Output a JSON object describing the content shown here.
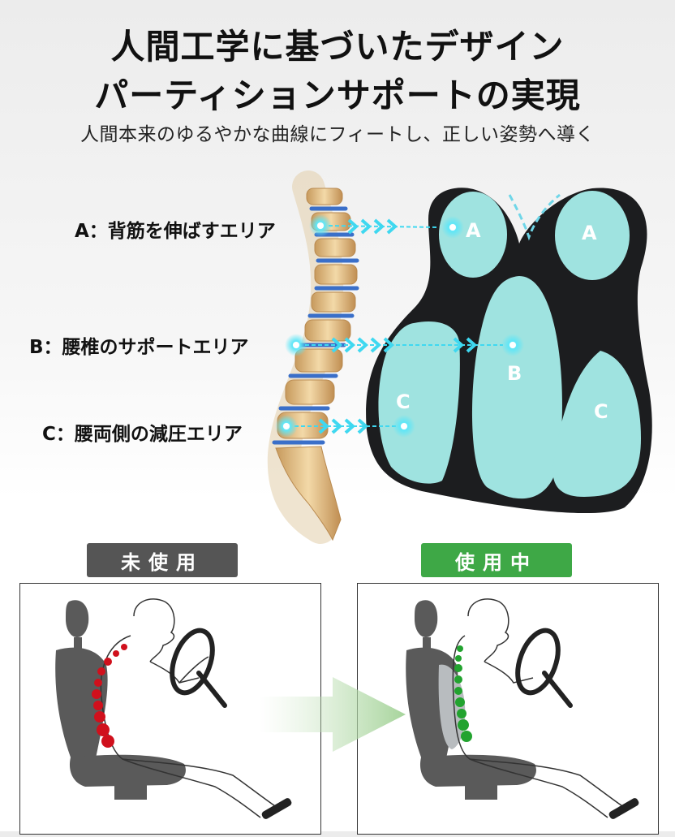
{
  "header": {
    "title_line1": "人間工学に基づいたデザイン",
    "title_line2": "パーティションサポートの実現",
    "subtitle": "人間本来のゆるやかな曲線にフィートし、正しい姿勢へ導く"
  },
  "zones": [
    {
      "key": "A",
      "label": "A：背筋を伸ばすエリア"
    },
    {
      "key": "B",
      "label": "B：腰椎のサポートエリア"
    },
    {
      "key": "C",
      "label": "C：腰両側の減圧エリア"
    }
  ],
  "cushion": {
    "letters": {
      "a_left": "A",
      "a_right": "A",
      "b": "B",
      "c_left": "C",
      "c_right": "C"
    },
    "colors": {
      "body": "#1c1d1f",
      "pad": "#9fe3e0",
      "arrow": "#3fd8f0"
    }
  },
  "comparison": {
    "before_label": "未使用",
    "after_label": "使用中",
    "colors": {
      "before": "#555555",
      "after": "#3ea846",
      "before_dots": "#d0101c",
      "after_dots": "#22a32f"
    }
  }
}
